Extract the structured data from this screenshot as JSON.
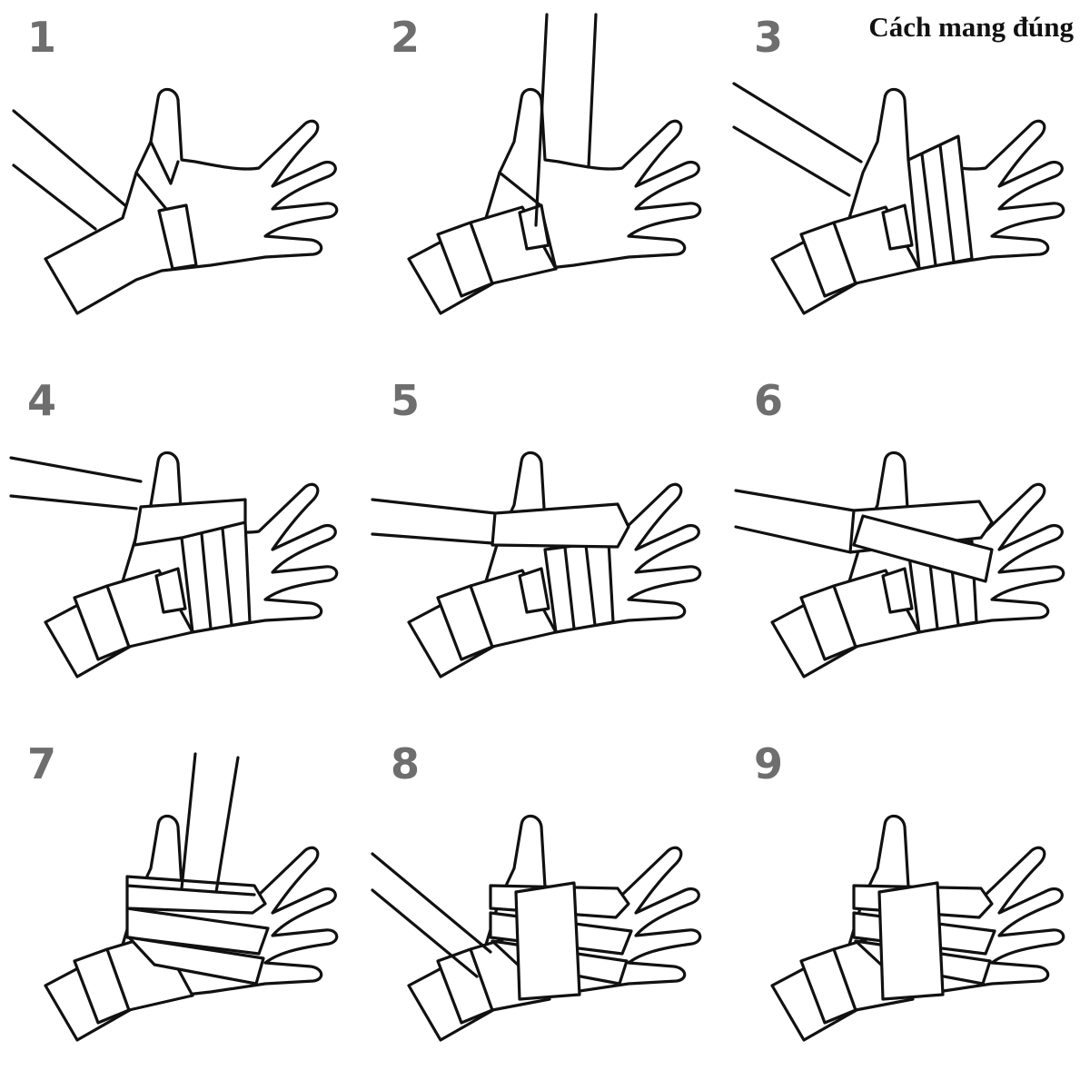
{
  "title": "Cách mang đúng",
  "steps": [
    {
      "number": "1"
    },
    {
      "number": "2"
    },
    {
      "number": "3"
    },
    {
      "number": "4"
    },
    {
      "number": "5"
    },
    {
      "number": "6"
    },
    {
      "number": "7"
    },
    {
      "number": "8"
    },
    {
      "number": "9"
    }
  ]
}
